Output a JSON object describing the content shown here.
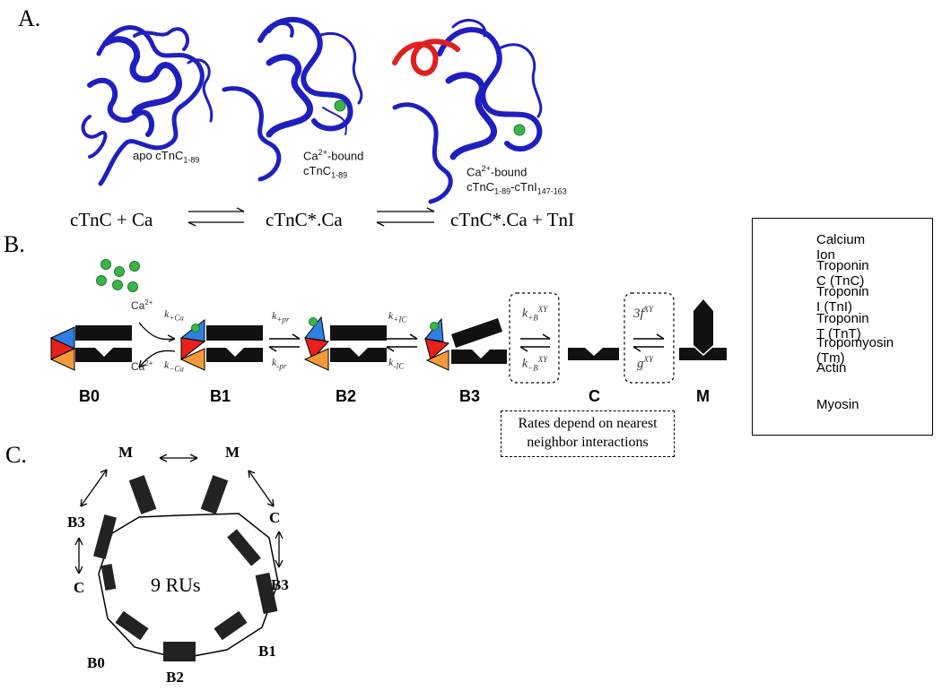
{
  "panel_a": {
    "letter": "A.",
    "structures": [
      {
        "label_lines": [
          "apo cTnC",
          "1-89"
        ]
      },
      {
        "label_lines": [
          "Ca",
          "2+",
          "-bound",
          "cTnC",
          "1-89"
        ]
      },
      {
        "label_lines": [
          "Ca",
          "2+",
          "-bound",
          "cTnC",
          "1-89",
          "-cTnI",
          "147-163"
        ]
      }
    ],
    "equation": {
      "left": "cTnC + Ca",
      "middle": "cTnC*.Ca",
      "right": "cTnC*.Ca + TnI"
    }
  },
  "panel_b": {
    "letter": "B.",
    "states": [
      "B0",
      "B1",
      "B2",
      "B3",
      "C",
      "M"
    ],
    "ca_top": "Ca",
    "ca_sup": "2+",
    "rates": {
      "k_plus_ca": "k",
      "k_plus_ca_sub": "+Ca",
      "k_minus_ca": "k",
      "k_minus_ca_sub": "−Ca",
      "k_plus_pr": "k",
      "k_plus_pr_sub": "+pr",
      "k_minus_pr": "k",
      "k_minus_pr_sub": "-pr",
      "k_plus_ic": "k",
      "k_plus_ic_sub": "+IC",
      "k_minus_ic": "k",
      "k_minus_ic_sub": "-IC",
      "k_plus_b": "k",
      "k_plus_b_sub": "+B",
      "k_plus_b_sup": "XY",
      "k_minus_b": "k",
      "k_minus_b_sub": "−B",
      "k_minus_b_sup": "XY",
      "f_rate": "3f",
      "f_sup": "XY",
      "g_rate": "g",
      "g_sup": "XY"
    },
    "note_lines": [
      "Rates depend on nearest",
      "neighbor interactions"
    ],
    "legend": [
      {
        "label": "Calcium Ion",
        "icon": "green-circle"
      },
      {
        "label": "Troponin C (TnC)",
        "icon": "blue-triangle"
      },
      {
        "label": "Troponin I (TnI)",
        "icon": "red-triangle"
      },
      {
        "label": "Troponin T (TnT)",
        "icon": "orange-triangle"
      },
      {
        "label": "Tropomyosin (Tm)",
        "icon": "black-bar"
      },
      {
        "label": "Actin",
        "icon": "notched-bar"
      },
      {
        "label": "Myosin",
        "icon": "black-hexagon"
      }
    ]
  },
  "panel_c": {
    "letter": "C.",
    "center_label": "9 RUs",
    "ring_labels": {
      "m_left": "M",
      "m_right": "M",
      "c_right": "C",
      "b3_left": "B3",
      "c_left": "C",
      "b3_right": "B3",
      "b0": "B0",
      "b1": "B1",
      "b2": "B2"
    }
  },
  "colors": {
    "protein": "#2020c8",
    "helix_red": "#e02020",
    "calcium": "#3cb44b",
    "tnc": "#2f7fe0",
    "tni": "#e8201c",
    "tnt": "#f29a3a",
    "black": "#111111"
  }
}
